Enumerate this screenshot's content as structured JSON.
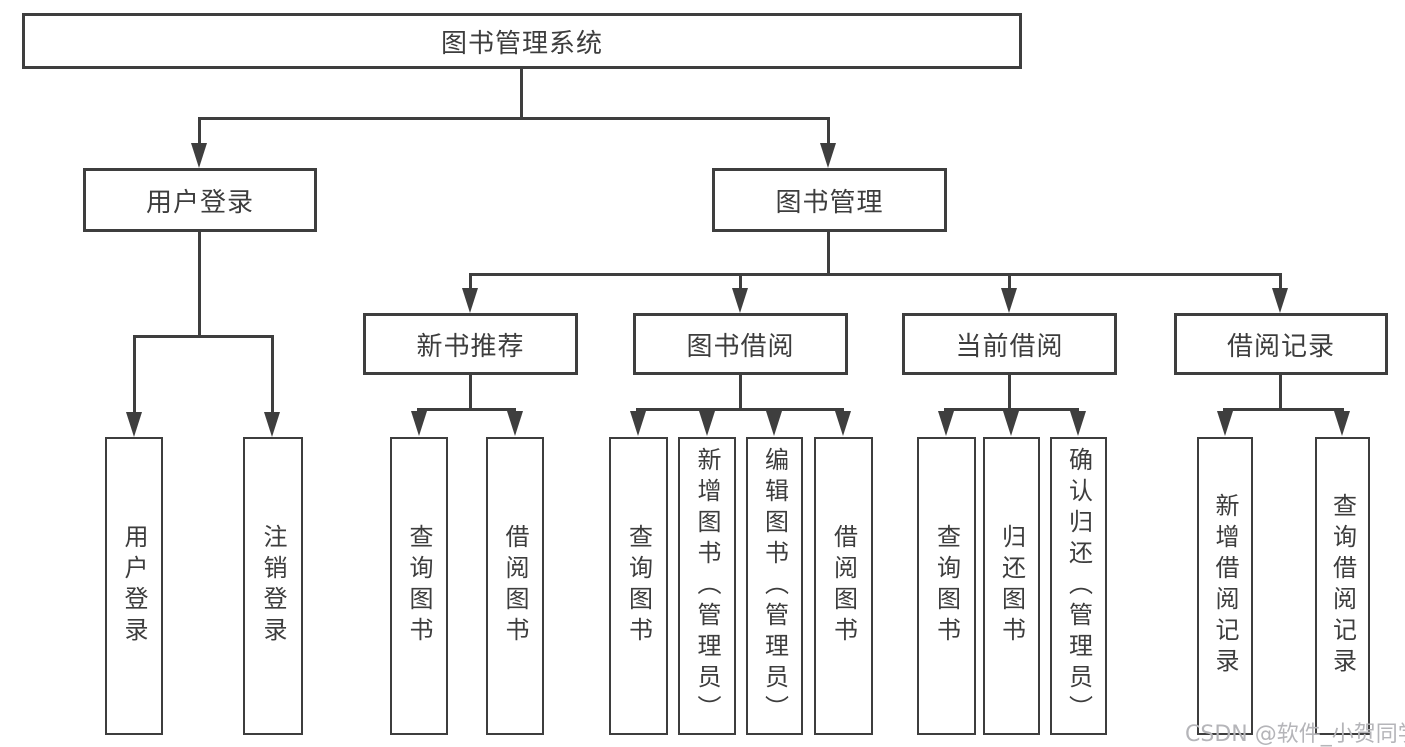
{
  "diagram": {
    "root": {
      "label": "图书管理系统"
    },
    "level2": [
      {
        "id": "user-login",
        "label": "用户登录"
      },
      {
        "id": "book-management",
        "label": "图书管理"
      }
    ],
    "level3": [
      {
        "id": "new-book-recommend",
        "parent": "book-management",
        "label": "新书推荐"
      },
      {
        "id": "book-borrowing",
        "parent": "book-management",
        "label": "图书借阅"
      },
      {
        "id": "current-borrowing",
        "parent": "book-management",
        "label": "当前借阅"
      },
      {
        "id": "borrowing-records",
        "parent": "book-management",
        "label": "借阅记录"
      }
    ],
    "leaves": {
      "user_login": [
        "用户登录",
        "注销登录"
      ],
      "new_book_recommend": [
        "查询图书",
        "借阅图书"
      ],
      "book_borrowing": [
        "查询图书",
        "新增图书（管理员）",
        "编辑图书（管理员）",
        "借阅图书"
      ],
      "current_borrowing": [
        "查询图书",
        "归还图书",
        "确认归还（管理员）"
      ],
      "borrowing_records": [
        "新增借阅记录",
        "查询借阅记录"
      ]
    }
  },
  "watermark": {
    "text": "CSDN @软件_小贺同学",
    "color": "#b5b5b9"
  },
  "colors": {
    "line": "#3e3e3e",
    "text": "#3d3d3d",
    "box_background": "#ffffff",
    "page_background": "#ffffff"
  }
}
